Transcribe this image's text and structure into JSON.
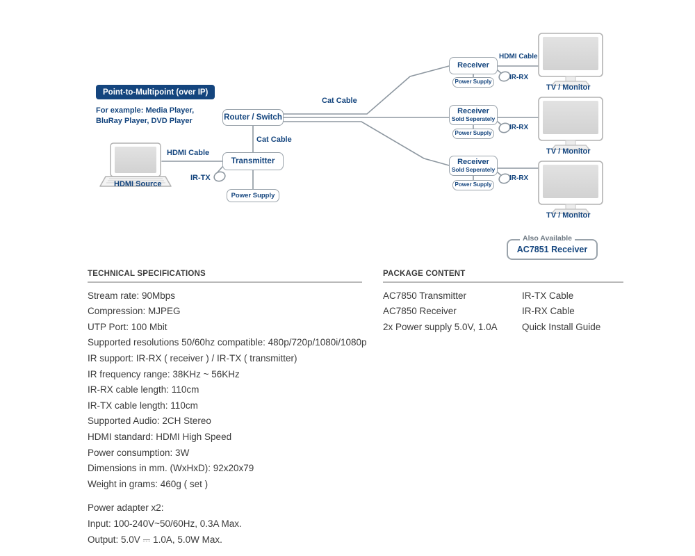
{
  "diagram": {
    "badge_label": "Point-to-Multipoint (over IP)",
    "example_line1": "For example: Media Player,",
    "example_line2": "BluRay Player, DVD Player",
    "source_caption": "HDMI Source",
    "nodes": {
      "router": "Router / Switch",
      "transmitter": "Transmitter",
      "power_supply": "Power Supply",
      "receiver": "Receiver",
      "sold_separately": "Sold Seperately"
    },
    "cables": {
      "hdmi_source": "HDMI Cable",
      "hdmi_receiver": "HDMI Cable",
      "cat_top": "Cat Cable",
      "cat_mid": "Cat Cable",
      "ir_tx": "IR-TX",
      "ir_rx": "IR-RX"
    },
    "tv_caption": "TV / Monitor",
    "also_available": {
      "legend": "Also Available",
      "model": "AC7851 Receiver"
    },
    "colors": {
      "brand_blue": "#14457e",
      "line_gray": "#9aa3ab",
      "screen_fill": "#dcdcdc",
      "text_gray": "#3a3a3a"
    }
  },
  "tech_specs": {
    "title": "TECHNICAL SPECIFICATIONS",
    "lines": [
      "Stream rate: 90Mbps",
      "Compression: MJPEG",
      "UTP Port: 100 Mbit",
      "Supported resolutions 50/60hz compatible: 480p/720p/1080i/1080p",
      "IR support: IR-RX ( receiver ) / IR-TX ( transmitter)",
      "IR frequency range: 38KHz ~ 56KHz",
      "IR-RX cable length: 110cm",
      "IR-TX cable length: 110cm",
      "Supported Audio: 2CH Stereo",
      "HDMI standard: HDMI High Speed",
      "Power consumption: 3W",
      "Dimensions in mm. (WxHxD): 92x20x79",
      "Weight in grams: 460g ( set )"
    ],
    "adapter_lines": [
      "Power adapter x2:",
      "Input: 100-240V~50/60Hz, 0.3A Max.",
      "Output: 5.0V ⎓ 1.0A, 5.0W Max."
    ]
  },
  "package_content": {
    "title": "PACKAGE CONTENT",
    "left_column": [
      "AC7850 Transmitter",
      "AC7850 Receiver",
      "2x Power supply 5.0V,  1.0A"
    ],
    "right_column": [
      "IR-TX Cable",
      "IR-RX Cable",
      "Quick Install Guide"
    ]
  }
}
